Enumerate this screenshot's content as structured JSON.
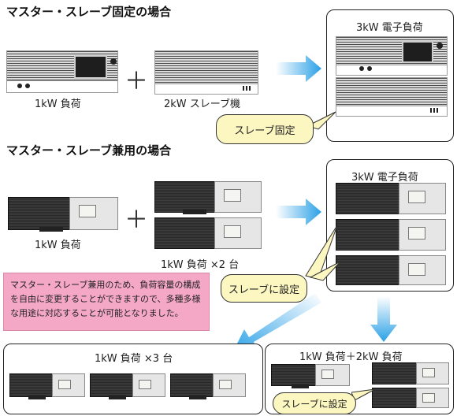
{
  "section1": {
    "heading": "マスター・スレーブ固定の場合",
    "unit1_label": "1kW 負荷",
    "unit2_label": "2kW スレーブ機",
    "result_label": "3kW 電子負荷",
    "callout": "スレーブ固定"
  },
  "section2": {
    "heading": "マスター・スレーブ兼用の場合",
    "unit1_label": "1kW 負荷",
    "unit2_label": "1kW 負荷 ×2 台",
    "result_label": "3kW 電子負荷",
    "callout": "スレーブに設定",
    "note": "マスター・スレーブ兼用のため、負荷容量の構成を自由に変更することができますので、多種多様な用途に対応することが可能となりました。"
  },
  "bottom_left": {
    "label": "1kW 負荷 ×3 台"
  },
  "bottom_right": {
    "label": "1kW 負荷＋2kW 負荷",
    "callout": "スレーブに設定"
  },
  "colors": {
    "arrow": "#2aa0e6",
    "note_bg": "#f5a8c6",
    "callout_bg": "#fcf6c0"
  },
  "icons": [
    "plus-icon",
    "right-arrow-icon",
    "down-arrow-icon",
    "diagonal-arrow-icon"
  ]
}
